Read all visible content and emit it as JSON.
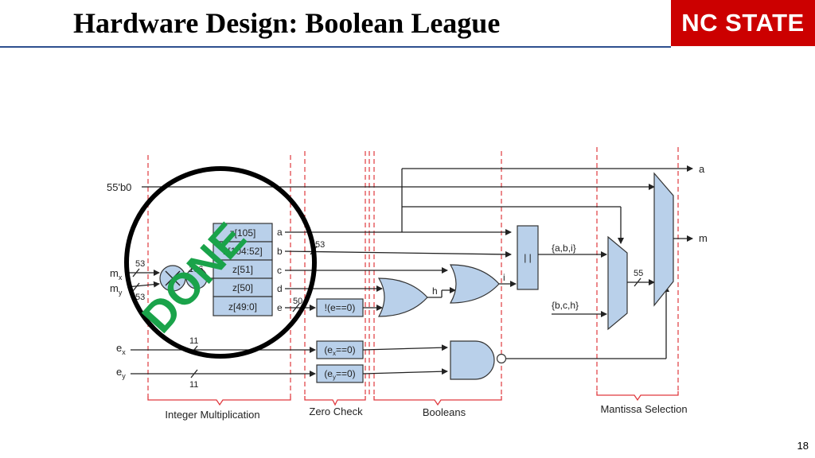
{
  "header": {
    "title": "Hardware Design: Boolean League",
    "logo_text": "NC STATE"
  },
  "page_number": "18",
  "stamp": {
    "text": "DONE",
    "color": "#1aa34a"
  },
  "colors": {
    "block_fill": "#b9d0ea",
    "divider": "#e0393e",
    "logo_bg": "#cc0000"
  },
  "inputs": {
    "const": "55'b0",
    "mx_main": "m",
    "mx_sub": "x",
    "my_main": "m",
    "my_sub": "y",
    "ex_main": "e",
    "ex_sub": "x",
    "ey_main": "e",
    "ey_sub": "y"
  },
  "widths": {
    "mx": "53",
    "my": "53",
    "product": "106",
    "b": "53",
    "e": "50",
    "ex": "11",
    "ey": "11",
    "mux": "55"
  },
  "z_slices": [
    "z[105]",
    "z[104:52]",
    "z[51]",
    "z[50]",
    "z[49:0]"
  ],
  "signals": {
    "a": "a",
    "b": "b",
    "c": "c",
    "d": "d",
    "e": "e",
    "h": "h",
    "i": "i",
    "out_a": "a",
    "out_m": "m"
  },
  "zero_checks": {
    "ne": "!(e==0)",
    "ex_pre": "(e",
    "ex_sub": "x",
    "ex_post": "==0)",
    "ey_pre": "(e",
    "ey_sub": "y",
    "ey_post": "==0)"
  },
  "or_block": "| |",
  "mux_labels": {
    "abi": "{a,b,i}",
    "bch": "{b,c,h}"
  },
  "sections": [
    "Integer Multiplication",
    "Zero Check",
    "Booleans",
    "Mantissa Selection"
  ]
}
